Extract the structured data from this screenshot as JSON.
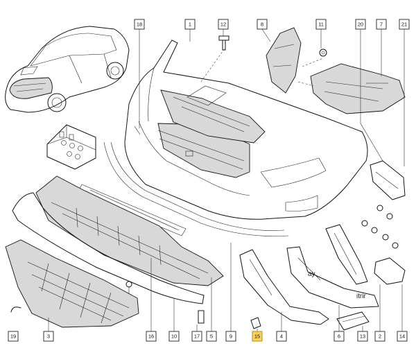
{
  "callouts": [
    {
      "id": "c18",
      "label": "18"
    },
    {
      "id": "c1",
      "label": "1"
    },
    {
      "id": "c12",
      "label": "12"
    },
    {
      "id": "c8",
      "label": "8"
    },
    {
      "id": "c11",
      "label": "11"
    },
    {
      "id": "c20",
      "label": "20"
    },
    {
      "id": "c7",
      "label": "7"
    },
    {
      "id": "c21",
      "label": "21"
    },
    {
      "id": "c19",
      "label": "19"
    },
    {
      "id": "c3",
      "label": "3"
    },
    {
      "id": "c16",
      "label": "16"
    },
    {
      "id": "c10",
      "label": "10"
    },
    {
      "id": "c17",
      "label": "17"
    },
    {
      "id": "c5",
      "label": "5"
    },
    {
      "id": "c9",
      "label": "9"
    },
    {
      "id": "c15",
      "label": "15",
      "highlight": true
    },
    {
      "id": "c4",
      "label": "4"
    },
    {
      "id": "c6",
      "label": "6"
    },
    {
      "id": "c13",
      "label": "13"
    },
    {
      "id": "c2",
      "label": "2"
    },
    {
      "id": "c14",
      "label": "14"
    }
  ],
  "watermark": {
    "left": "ay",
    "right": "itrir"
  }
}
